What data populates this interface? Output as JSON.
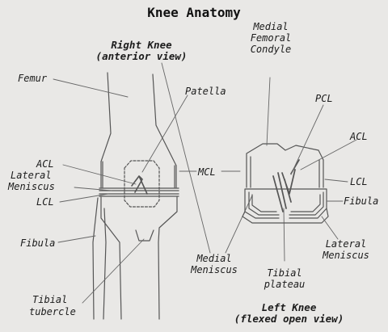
{
  "title": "Knee Anatomy",
  "right_knee": {
    "heading_line1": "Right Knee",
    "heading_line2": "(anterior view)",
    "labels": {
      "femur": "Femur",
      "patella": "Patella",
      "acl": "ACL",
      "lateral_meniscus_1": "Lateral",
      "lateral_meniscus_2": "Meniscus",
      "lcl": "LCL",
      "fibula": "Fibula",
      "tibial_tubercle_1": "Tibial",
      "tibial_tubercle_2": "tubercle"
    }
  },
  "shared_labels": {
    "mcl": "MCL",
    "medial_meniscus_1": "Medial",
    "medial_meniscus_2": "Meniscus",
    "tibial_plateau_1": "Tibial",
    "tibial_plateau_2": "plateau"
  },
  "left_knee": {
    "heading_line1": "Left Knee",
    "heading_line2": "(flexed open view)",
    "labels": {
      "medial_femoral_condyle_1": "Medial",
      "medial_femoral_condyle_2": "Femoral",
      "medial_femoral_condyle_3": "Condyle",
      "pcl": "PCL",
      "acl": "ACL",
      "lcl": "LCL",
      "fibula": "Fibula",
      "lateral_meniscus_1": "Lateral",
      "lateral_meniscus_2": "Meniscus"
    }
  },
  "colors": {
    "ink": "#1c1c1c",
    "line": "#555555",
    "paper": "#e9e8e6"
  }
}
